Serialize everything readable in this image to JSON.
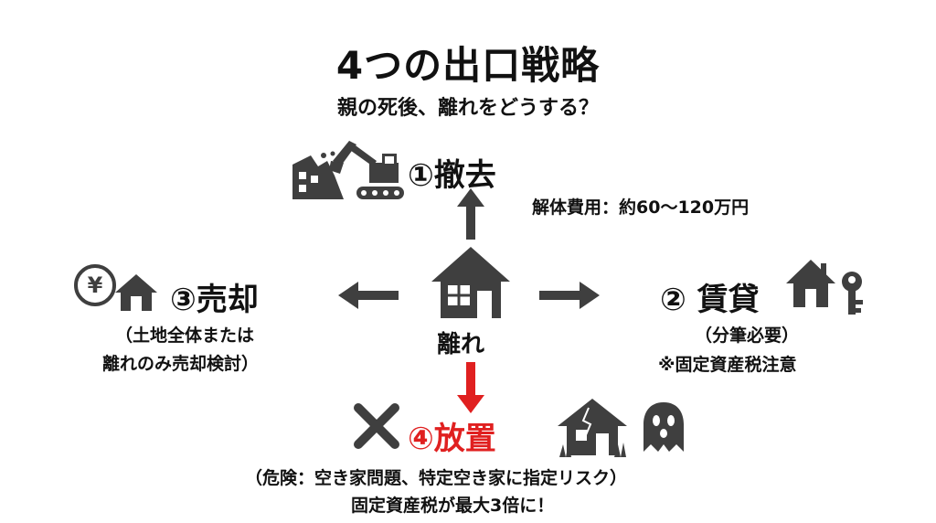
{
  "title": "4つの出口戦略",
  "subtitle": "親の死後、離れをどうする？",
  "center": {
    "label": "離れ"
  },
  "options": {
    "demolish": {
      "label": "①撤去",
      "note": "解体費用：約60〜120万円"
    },
    "rent": {
      "label": "② 賃貸",
      "note1": "（分筆必要）",
      "note2": "※固定資産税注意"
    },
    "sell": {
      "label": "③売却",
      "note1": "（土地全体または",
      "note2": "離れのみ売却検討）"
    },
    "neglect": {
      "label": "④放置",
      "note1": "（危険：空き家問題、特定空き家に指定リスク）",
      "note2": "固定資産税が最大3倍に！"
    }
  },
  "icons": {
    "demolish": [
      "demolished-building-icon",
      "excavator-icon"
    ],
    "rent": [
      "house-icon",
      "key-icon"
    ],
    "sell": [
      "yen-coin-icon",
      "house-icon"
    ],
    "neglect": [
      "cross-icon",
      "haunted-house-icon",
      "ghost-icon"
    ],
    "center": "house-icon"
  },
  "colors": {
    "icon": "#3f3f3f",
    "accent": "#e02020",
    "text": "#111111"
  }
}
